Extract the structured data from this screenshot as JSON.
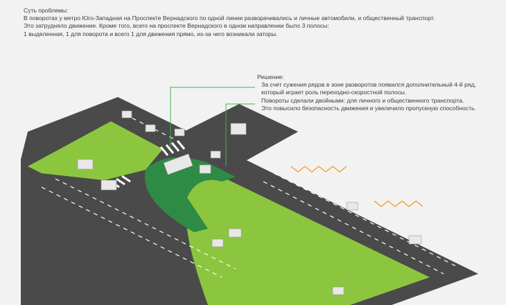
{
  "problem": {
    "title": "Суть проблемы:",
    "lines": [
      "В поворотах у метро Юго-Западная на Проспекте Вернадского по одной линии разворачивались и личные автомобили, и общественный транспорт.",
      "Это затрудняло движение. Кроме того,  всего на проспекте Вернадского в одном направлении было 3 полосы:",
      "1 выделенная, 1 для поворота и всего 1 для движения прямо, из-за чего возникали заторы."
    ]
  },
  "solution": {
    "title": "Решение:",
    "lines": [
      "За счет сужения рядов в зоне разворотов появился дополнительный 4-й ряд,",
      "который играет роль переходно-скоростной полосы.",
      "Повороты сделали двойными: для личного и общественного транспорта.",
      "Это повысило безопасность движения и увеличило пропускную способность."
    ]
  },
  "colors": {
    "background": "#f2f2f2",
    "road": "#4a4a4a",
    "road_edge": "#2f2f2f",
    "grass": "#8cc63f",
    "turn_lane": "#2e8b45",
    "callout": "#39b54a",
    "hatch": "#f7941d"
  }
}
